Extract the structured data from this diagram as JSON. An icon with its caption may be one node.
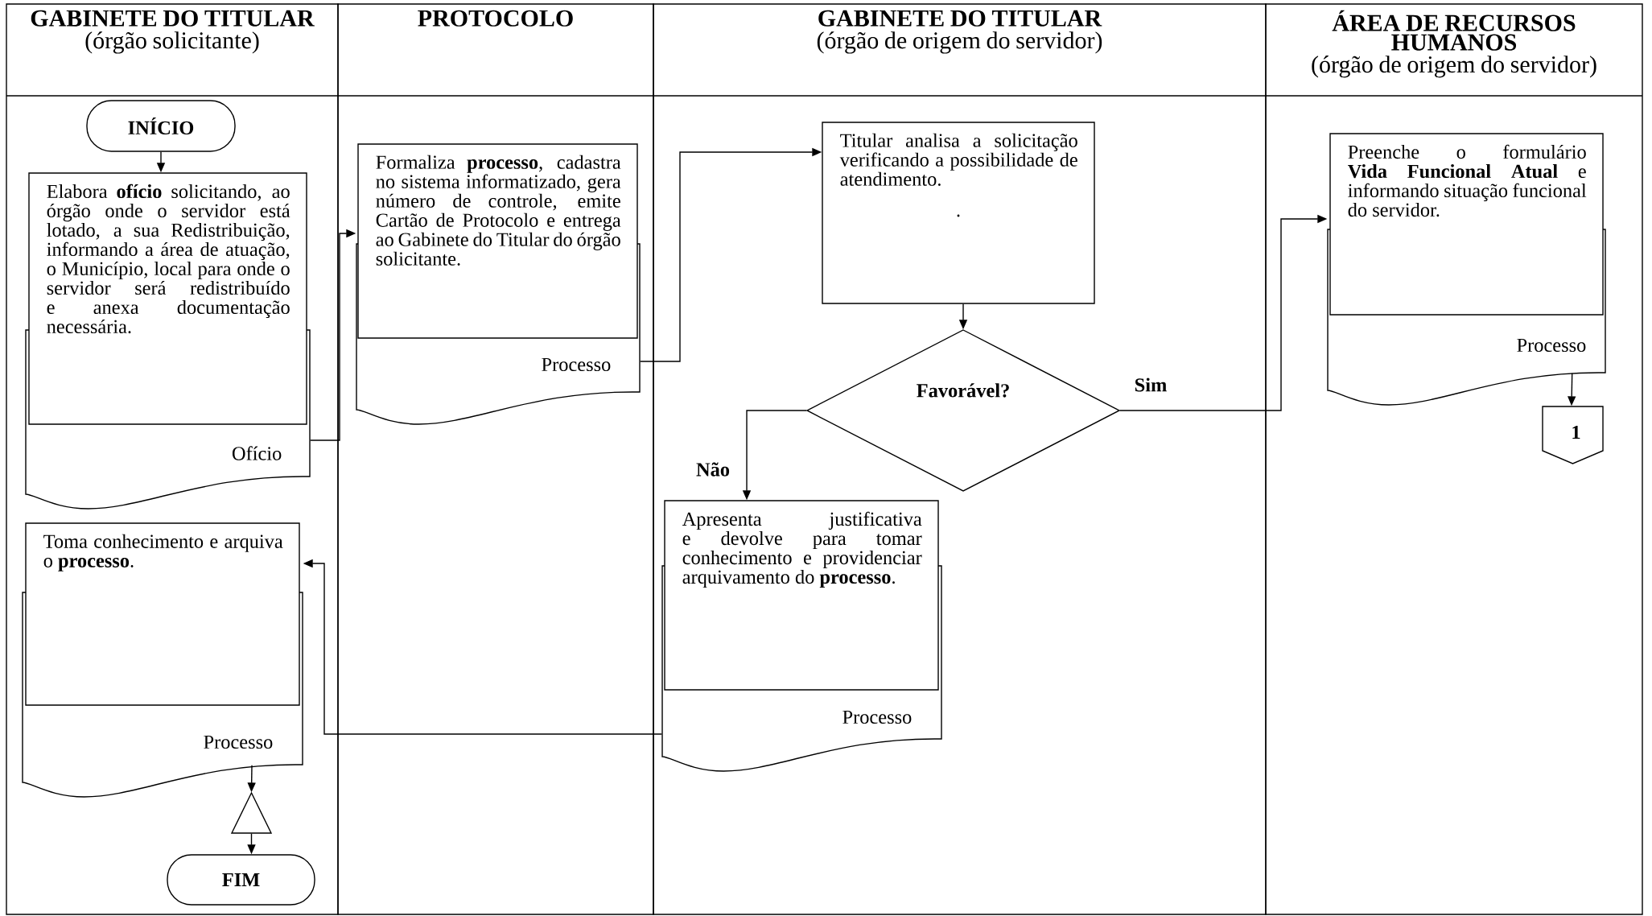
{
  "diagram": {
    "nodes": [
      {
        "text": [
          "GABINETE DO TITULAR",
          "(órgão solicitante)"
        ]
      },
      {
        "text": [
          "PROTOCOLO"
        ]
      },
      {
        "text": [
          "GABINETE DO TITULAR",
          "(órgão de origem do servidor)"
        ]
      },
      {
        "text": [
          "ÁREA DE RECURSOS HUMANOS",
          "(órgão de origem do servidor)"
        ]
      },
      {
        "text": [
          "INÍCIO"
        ],
        "in": 0
      },
      {
        "text": [
          "Elabora **ofício** solicitando, ao órgão onde o servidor está lotado, a sua Redistribuição, informando a área de atuação, o Município, local para onde o servidor será redistribuído e anexa documentação necessária.",
          "Ofício"
        ],
        "in": 0
      },
      {
        "text": [
          "Formaliza **processo**, cadastra no sistema informatizado, gera número de controle, emite Cartão de Protocolo e entrega ao Gabinete do Titular do órgão solicitante.",
          "Processo"
        ],
        "in": 1
      },
      {
        "text": [
          "Titular analisa a solicitação verificando a possibilidade de atendimento.",
          "."
        ],
        "in": 2
      },
      {
        "text": [
          "Favorável?"
        ],
        "in": 2
      },
      {
        "text": [
          "Preenche o formulário **Vida Funcional Atual** e informando situação funcional do servidor.",
          "Processo"
        ],
        "in": 3
      },
      {
        "text": [
          "1"
        ],
        "in": 3
      },
      {
        "text": [
          "Apresenta justificativa e devolve para tomar conhecimento e providenciar arquivamento do **processo**.",
          "Processo"
        ],
        "in": 2
      },
      {
        "text": [
          "Toma conhecimento e arquiva o **processo**.",
          "Processo"
        ],
        "in": 0
      },
      {
        "text": [],
        "shape": "triangle",
        "in": 0
      },
      {
        "text": [
          "FIM"
        ],
        "in": 0
      }
    ],
    "edges": [
      {
        "from": 4,
        "to": 5,
        "arrow": "to"
      },
      {
        "from": 5,
        "to": 6,
        "arrow": "to"
      },
      {
        "from": 6,
        "to": 7,
        "arrow": "to"
      },
      {
        "from": 7,
        "to": 8,
        "arrow": "to"
      },
      {
        "from": 8,
        "to": 9,
        "arrow": "to",
        "label": "Sim"
      },
      {
        "from": 8,
        "to": 11,
        "arrow": "to",
        "label": "Não"
      },
      {
        "from": 9,
        "to": 10,
        "arrow": "to"
      },
      {
        "from": 11,
        "to": 12,
        "arrow": "to"
      },
      {
        "from": 12,
        "to": 13,
        "arrow": "to"
      },
      {
        "from": 13,
        "to": 14,
        "arrow": "to"
      }
    ]
  }
}
